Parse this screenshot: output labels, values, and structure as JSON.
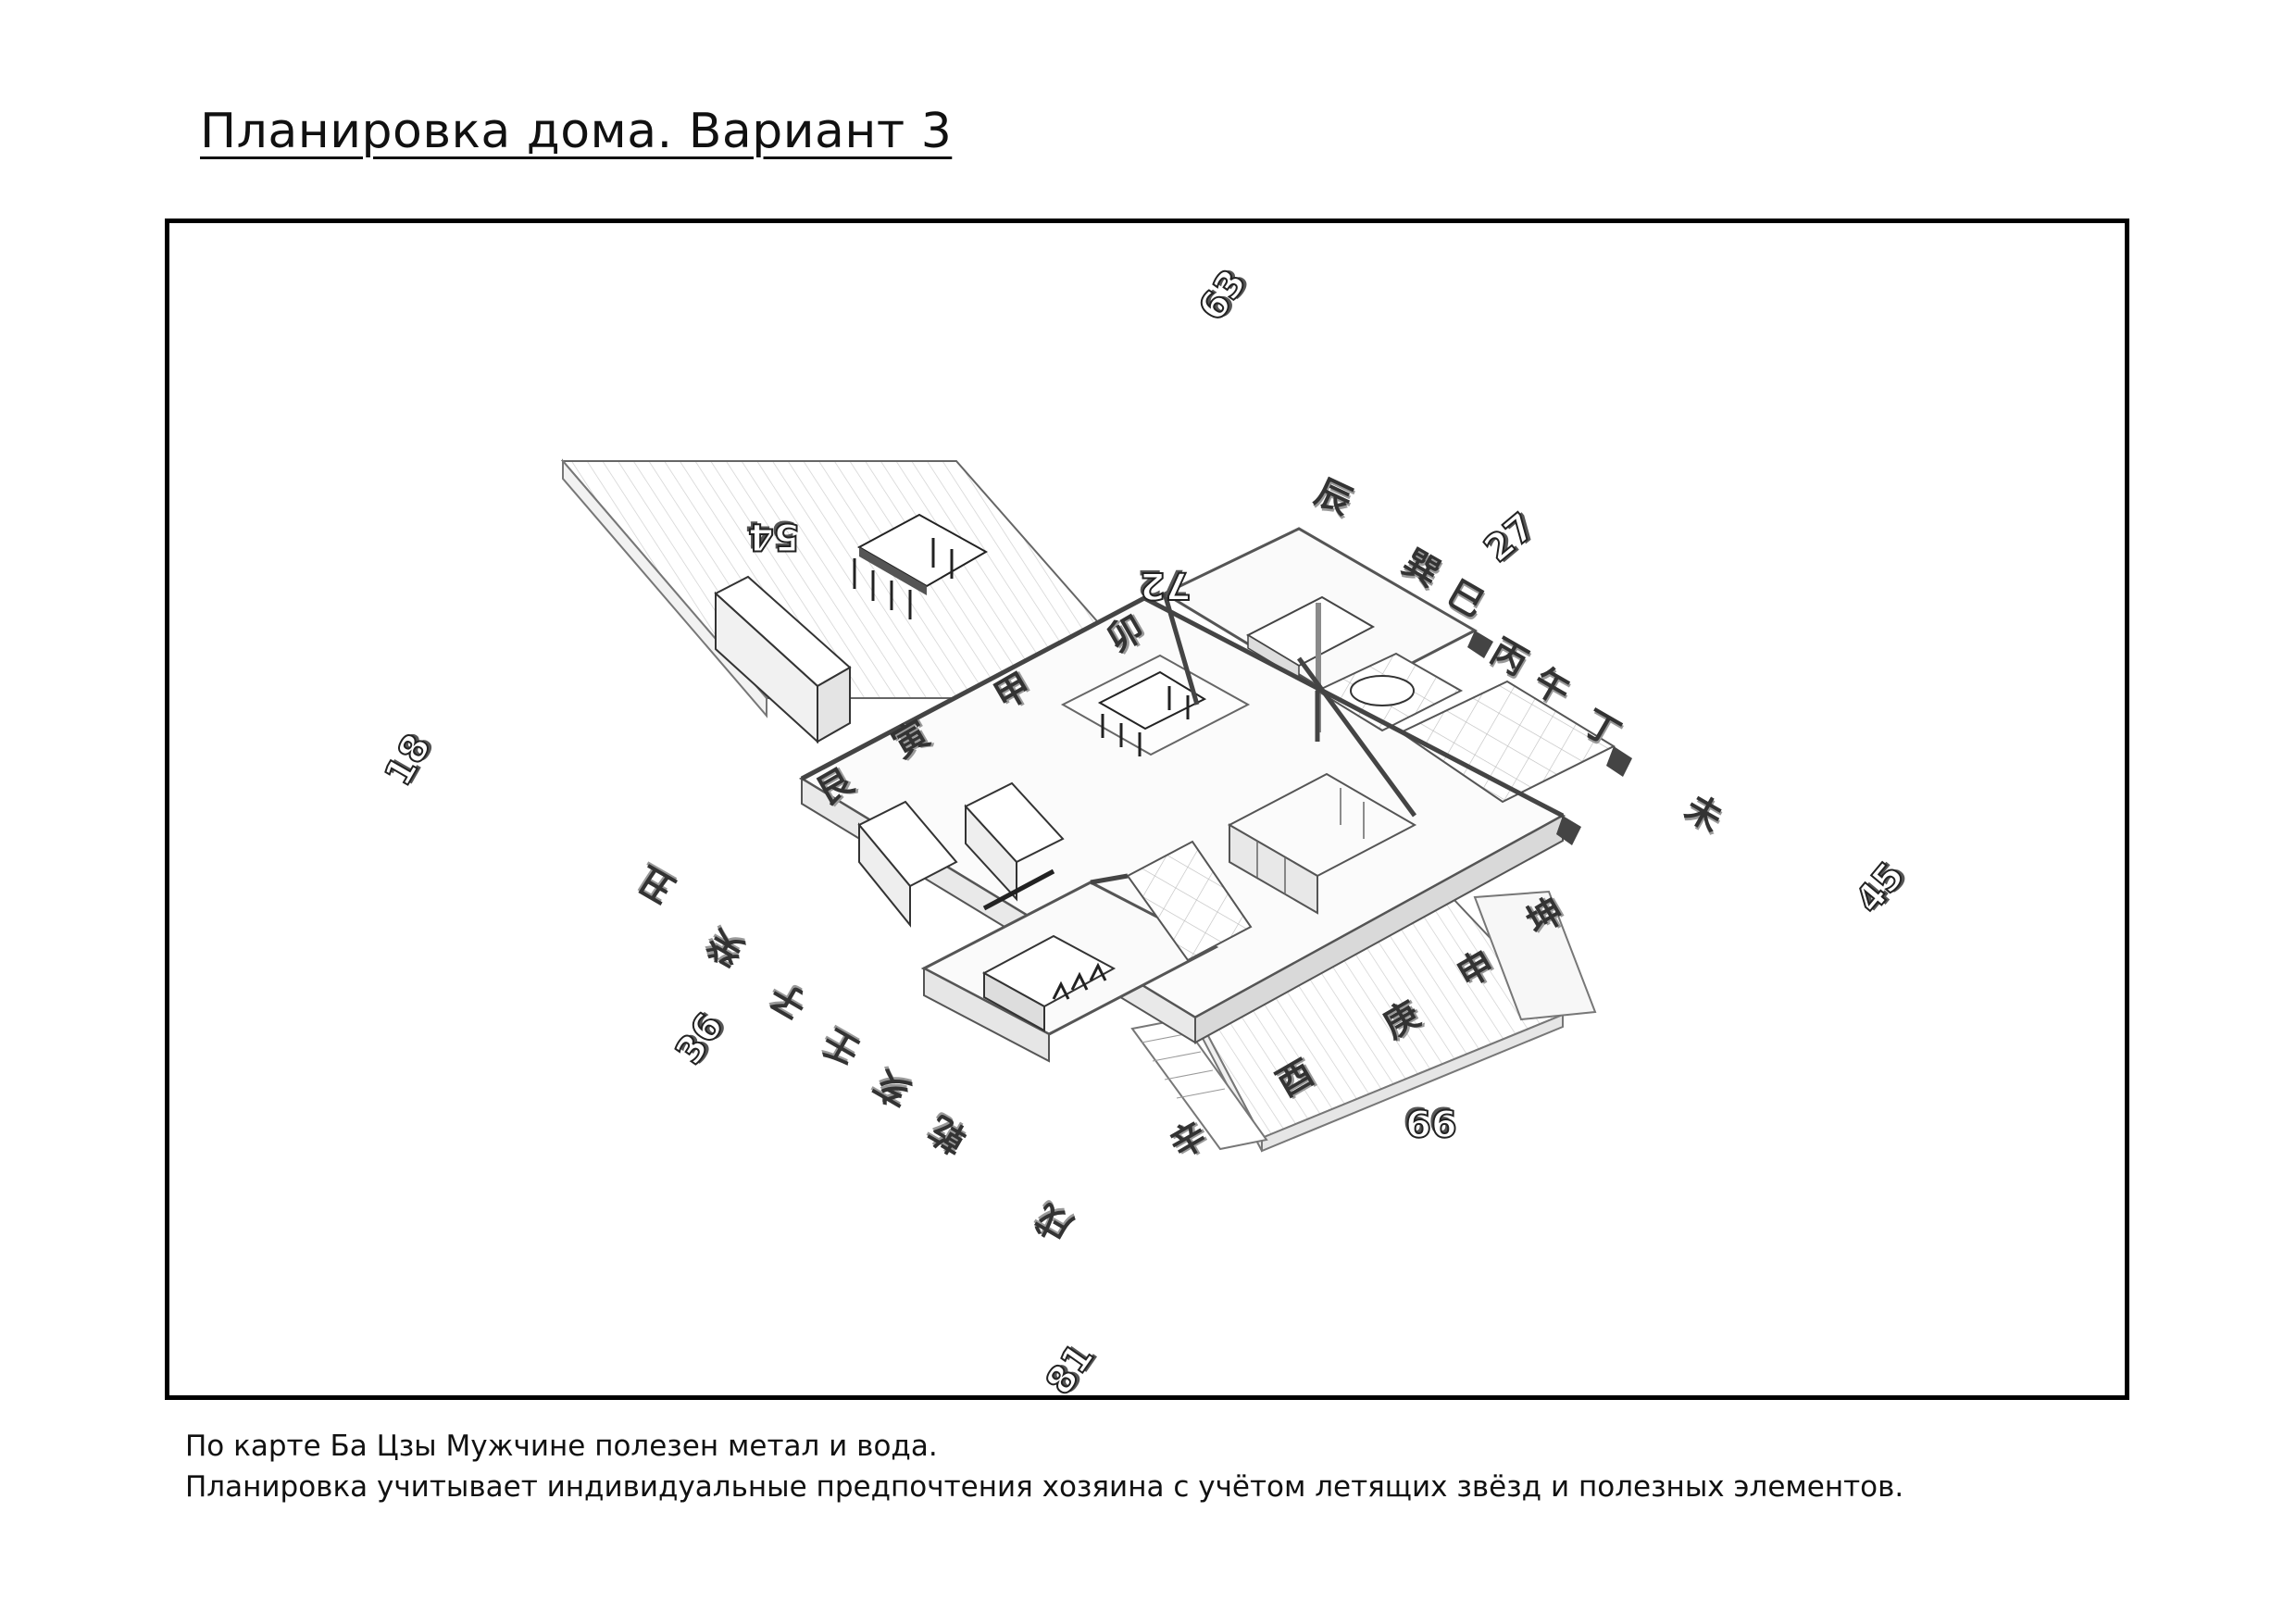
{
  "title": "Планировка дома. Вариант 3",
  "plan": {
    "stars": [
      "63",
      "54",
      "27",
      "18",
      "45",
      "36",
      "99",
      "81",
      "72"
    ],
    "glyphs": [
      "辰",
      "巽",
      "巳",
      "丙",
      "午",
      "丁",
      "未",
      "卯",
      "甲",
      "寅",
      "艮",
      "坤",
      "庚",
      "申",
      "酉",
      "辛",
      "丑",
      "癸",
      "子",
      "壬",
      "亥",
      "乾",
      "戌"
    ]
  },
  "notes": {
    "line1": "По карте Ба Цзы Мужчине полезен метал и вода.",
    "line2": "Планировка учитывает индивидуальные предпочтения хозяина с учётом летящих звёзд и полезных элементов."
  }
}
